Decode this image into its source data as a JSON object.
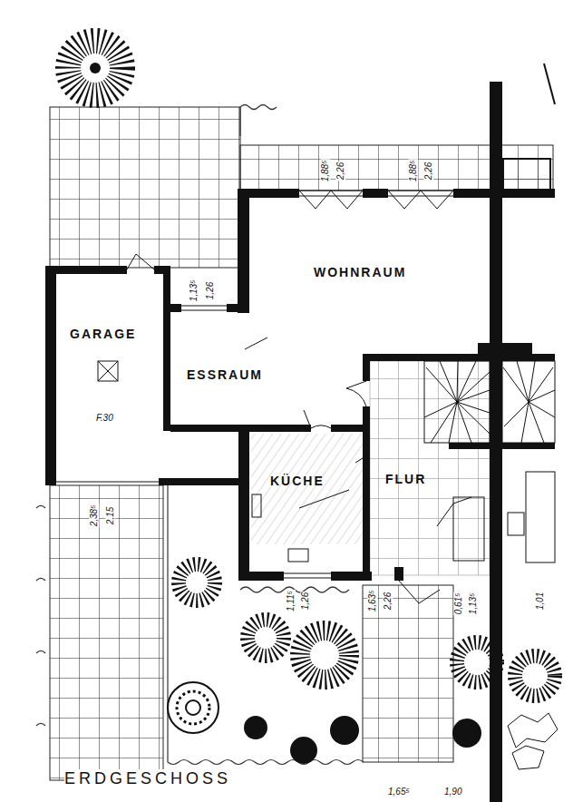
{
  "diagram": {
    "caption": "ERDGESCHOSS",
    "nodes": [
      {
        "text": [
          "WOHNRAUM"
        ]
      },
      {
        "text": [
          "GARAGE"
        ]
      },
      {
        "text": [
          "ESSRAUM"
        ]
      },
      {
        "text": [
          "KÜCHE"
        ]
      },
      {
        "text": [
          "FLUR"
        ]
      }
    ],
    "labels": [
      "1,88⁵",
      "2,26",
      "1,88⁵",
      "2,26",
      "1,13⁵",
      "1,26",
      "F.30",
      "2,38⁵",
      "2,15",
      "1,11⁵",
      "1,26",
      "1,63⁵",
      "2,26",
      "0,61⁵",
      "1,13⁵",
      "1,01",
      "1,65⁵",
      "1,90"
    ]
  }
}
